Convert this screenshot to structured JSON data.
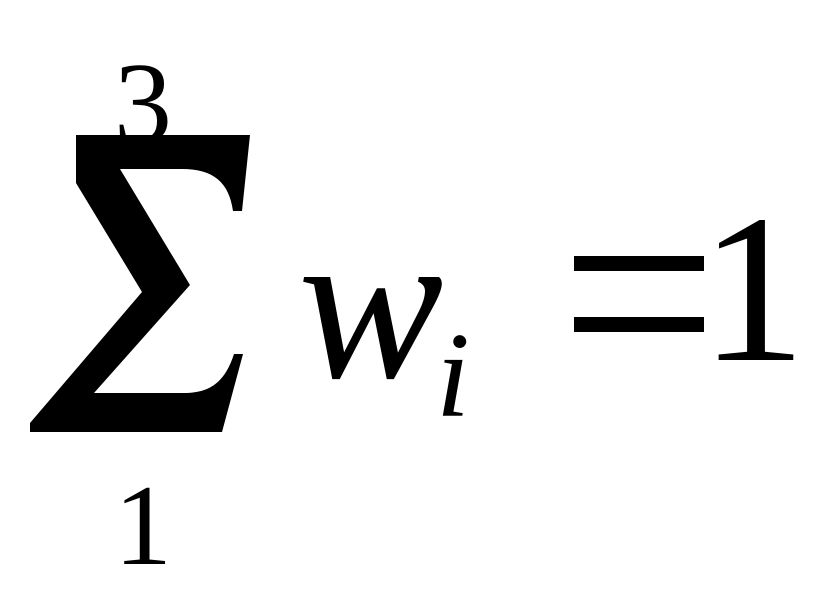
{
  "formula": {
    "operator_icon": "summation-icon",
    "upper_limit": "3",
    "lower_limit": "1",
    "variable": "w",
    "subscript": "i",
    "relation_icon": "equals-icon",
    "rhs": "1",
    "text_color": "#000000",
    "background_color": "#ffffff"
  }
}
